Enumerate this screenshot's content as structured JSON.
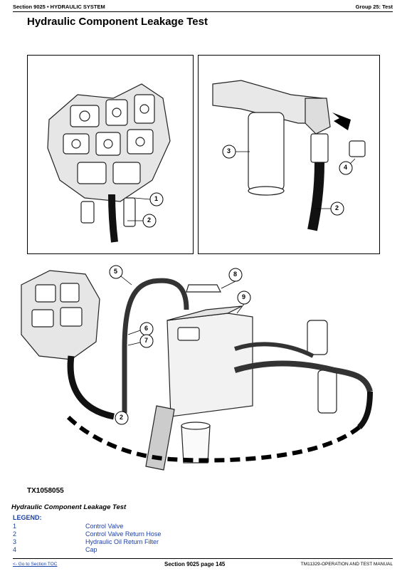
{
  "header": {
    "section": "Section 9025 • HYDRAULIC SYSTEM",
    "group": "Group 25: Test"
  },
  "title": "Hydraulic Component Leakage Test",
  "figure": {
    "id": "TX1058055",
    "caption": "Hydraulic Component Leakage Test",
    "callouts_left": [
      "1",
      "2"
    ],
    "callouts_right": [
      "3",
      "4",
      "2"
    ],
    "callouts_bottom": [
      "5",
      "8",
      "9",
      "6",
      "7",
      "2"
    ]
  },
  "legend": {
    "title": "LEGEND:",
    "items": [
      {
        "num": "1",
        "desc": "Control Valve"
      },
      {
        "num": "2",
        "desc": "Control Valve Return Hose"
      },
      {
        "num": "3",
        "desc": "Hydraulic Oil Return Filter"
      },
      {
        "num": "4",
        "desc": "Cap"
      }
    ]
  },
  "footer": {
    "toc_link": "<- Go to Section TOC",
    "page": "Section 9025 page 145",
    "manual": "TM11329-OPERATION AND TEST MANUAL"
  }
}
